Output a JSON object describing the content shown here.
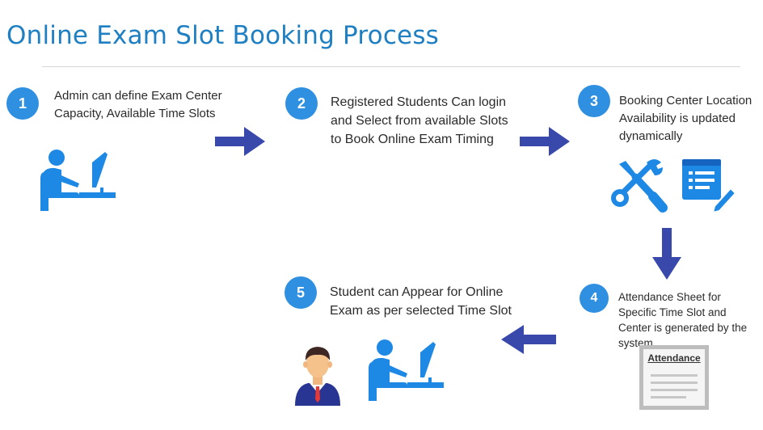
{
  "title": "Online Exam Slot Booking Process",
  "steps": [
    {
      "number": "1",
      "text": "Admin can define Exam Center Capacity, Available Time Slots"
    },
    {
      "number": "2",
      "text": "Registered Students Can login and Select from available Slots to Book Online Exam Timing"
    },
    {
      "number": "3",
      "text": "Booking Center Location Availability is updated dynamically"
    },
    {
      "number": "4",
      "text": "Attendance Sheet for Specific Time Slot and Center is generated by the system"
    },
    {
      "number": "5",
      "text": "Student can Appear for Online Exam as per selected Time Slot"
    }
  ],
  "attendance_label": "Attendance",
  "colors": {
    "title": "#1e7fc2",
    "badge": "#2f8fe0",
    "icon": "#1e88e5",
    "arrow": "#3949ab",
    "text": "#2b2b2b"
  },
  "icons": [
    "computer-user-icon",
    "tools-icon",
    "form-icon",
    "attendance-sheet-icon",
    "student-avatar-icon"
  ]
}
